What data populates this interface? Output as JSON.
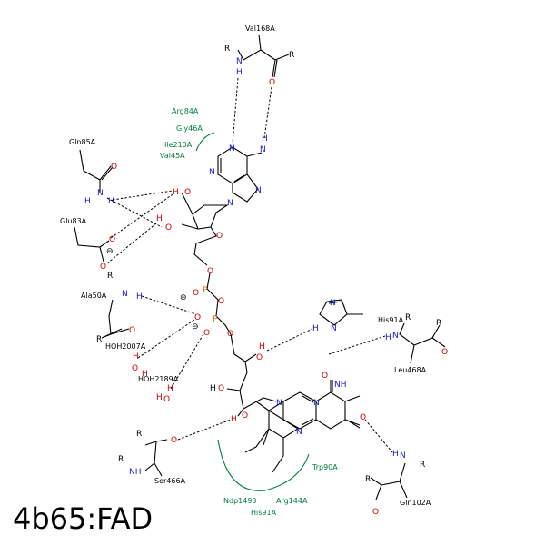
{
  "title": "4b65:FAD",
  "colors": {
    "carbon": "#000000",
    "oxygen": "#cc0000",
    "nitrogen": "#1a1acc",
    "phosphorus": "#cc6600",
    "hydrophobic": "#008040"
  },
  "atoms": {
    "O": "O",
    "N": "N",
    "H": "H",
    "P": "P",
    "NH": "NH",
    "R": "R",
    "minus": "⊖"
  },
  "residues": {
    "val168": "Val168A",
    "gln85": "Gln85A",
    "glu83": "Glu83A",
    "ala50": "Ala50A",
    "his91": "His91A",
    "leu468": "Leu468A",
    "ser466": "Ser466A",
    "gln102": "Gln102A",
    "hoh2007": "HOH2007A",
    "hoh2189": "HOH2189A"
  },
  "hydrophobic": {
    "arg84": "Arg84A",
    "gly46": "Gly46A",
    "ile210": "Ile210A",
    "val45": "Val45A",
    "trp90": "Trp90A",
    "ndp1493": "Ndp1493",
    "arg144": "Arg144A",
    "his91b": "His91A"
  }
}
